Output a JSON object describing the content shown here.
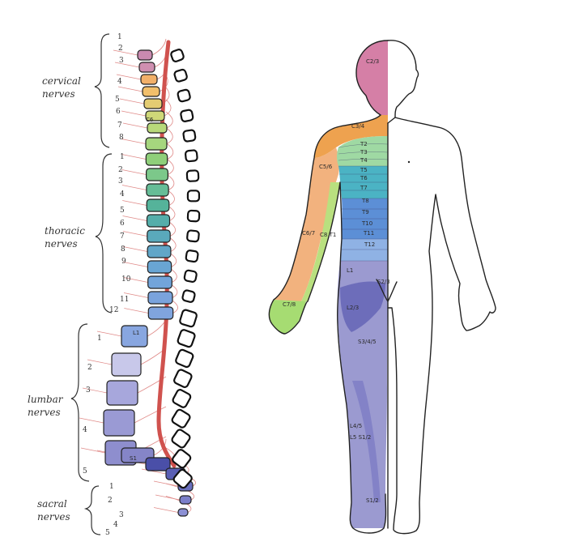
{
  "spine": {
    "groups": [
      {
        "id": "cervical",
        "label_line1": "cervical",
        "label_line2": "nerves",
        "numbers": [
          "1",
          "2",
          "3",
          "4",
          "5",
          "6",
          "7",
          "8"
        ]
      },
      {
        "id": "thoracic",
        "label_line1": "thoracic",
        "label_line2": "nerves",
        "numbers": [
          "1",
          "2",
          "3",
          "4",
          "5",
          "6",
          "7",
          "8",
          "9",
          "10",
          "11",
          "12"
        ]
      },
      {
        "id": "lumbar",
        "label_line1": "lumbar",
        "label_line2": "nerves",
        "numbers": [
          "1",
          "2",
          "3",
          "4",
          "5"
        ]
      },
      {
        "id": "sacral",
        "label_line1": "sacral",
        "label_line2": "nerves",
        "numbers": [
          "1",
          "2",
          "3",
          "4",
          "5"
        ]
      }
    ],
    "vertebra_labels": {
      "c6": "C6",
      "l1": "L1",
      "s1": "S1"
    },
    "colors": {
      "cord": "#d0524e",
      "nerve": "#e08a88",
      "cervical_top": "#c98ab0",
      "thoracic_top": "#8fcf7a",
      "thoracic_bottom": "#7da3dc",
      "lumbar": "#9a9ad4",
      "sacral": "#4a4fa8"
    }
  },
  "body": {
    "dermatome_labels": [
      {
        "key": "c23",
        "text": "C2/3"
      },
      {
        "key": "c34",
        "text": "C3/4"
      },
      {
        "key": "c56",
        "text": "C5/6"
      },
      {
        "key": "c67",
        "text": "C6/7"
      },
      {
        "key": "c6t1",
        "text": "C8 T1"
      },
      {
        "key": "c8",
        "text": "C7/8"
      },
      {
        "key": "t2",
        "text": "T2"
      },
      {
        "key": "t3",
        "text": "T3"
      },
      {
        "key": "t4",
        "text": "T4"
      },
      {
        "key": "t5",
        "text": "T5"
      },
      {
        "key": "t6",
        "text": "T6"
      },
      {
        "key": "t7",
        "text": "T7"
      },
      {
        "key": "t8",
        "text": "T8"
      },
      {
        "key": "t9",
        "text": "T9"
      },
      {
        "key": "t10",
        "text": "T10"
      },
      {
        "key": "t11",
        "text": "T11"
      },
      {
        "key": "t12",
        "text": "T12"
      },
      {
        "key": "l1",
        "text": "L1"
      },
      {
        "key": "l23",
        "text": "L2/3"
      },
      {
        "key": "s345",
        "text": "S3/4/5"
      },
      {
        "key": "s23",
        "text": "S2/3"
      },
      {
        "key": "l4",
        "text": "L4/5"
      },
      {
        "key": "l5s1",
        "text": "L5 S1/2"
      },
      {
        "key": "s12",
        "text": "S1/2"
      }
    ],
    "colors": {
      "head": "#d57fa6",
      "shoulder": "#eea24f",
      "arm": "#f2b27e",
      "hand": "#a6dc72",
      "chest_top": "#9fd9a3",
      "chest_mid": "#4bb3c4",
      "chest_low": "#5c8fd6",
      "abdomen": "#8fb2e4",
      "leg": "#9b9ad0",
      "thigh_dark": "#5a5ab0"
    }
  }
}
